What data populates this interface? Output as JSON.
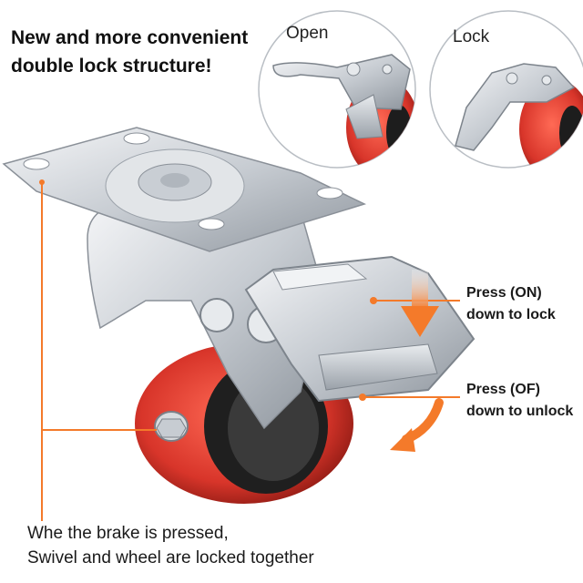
{
  "headline": {
    "line1": "New and more convenient",
    "line2": "double lock structure!"
  },
  "insets": {
    "open_label": "Open",
    "lock_label": "Lock"
  },
  "callouts": {
    "press_on": {
      "line1": "Press (ON)",
      "line2": "down to lock"
    },
    "press_off": {
      "line1": "Press (OF)",
      "line2": "down to unlock"
    }
  },
  "caption": {
    "line1": "Whe the brake is pressed,",
    "line2": "Swivel and wheel are locked together"
  },
  "colors": {
    "accent_orange": "#f47a2a",
    "wheel_red": "#d8352a",
    "steel": "#cfd3d8"
  }
}
